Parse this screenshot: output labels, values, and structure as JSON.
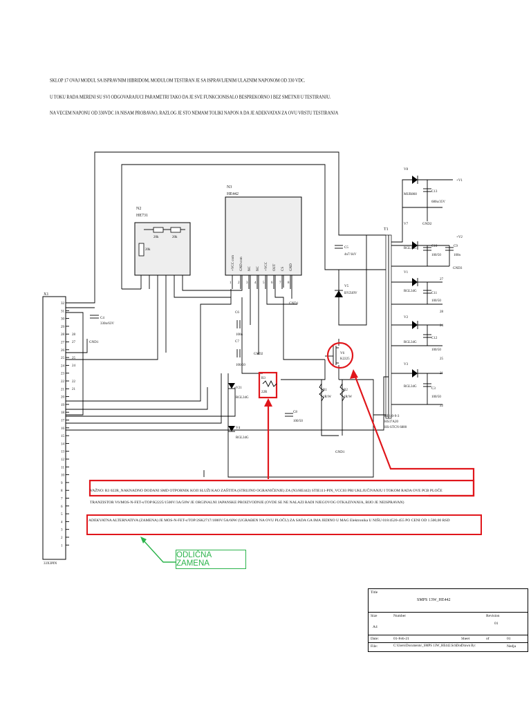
{
  "notes": {
    "line1": "SKLOP 17 OVAJ MODUL SA ISPRAVNIM HIBRIDOM, MODULOM TESTIRAN JE SA ISPRAVLJENIM ULAZNIM NAPONOM OD 330 VDC.",
    "line2": "U TOKU RADA MERENI SU SVI ODGOVARAJUCI PARAMETRI TAKO DA JE SVE FUNKCIONISALO BESPREKORNO I BEZ SMETNJI U TESTIRANJU.",
    "line3": "NA VECEM NAPONU OD 330VDC JA NISAM PROBAVAO, RAZLOG JE STO NEMAM TOLIKI NAPON A DA JE ADEKVATAN ZA OVU VRSTU TESTIRANJA"
  },
  "components": {
    "n2": {
      "ref": "N2",
      "part": "HE731",
      "r1": "20k",
      "r2": "20k",
      "r3": "20k"
    },
    "n3": {
      "ref": "N3",
      "part": "HE442",
      "pins": [
        "+VCC com",
        "GND com",
        "NC",
        "NC",
        "+VCC",
        "OUT",
        "CS",
        "GND"
      ],
      "pin_nums": [
        "1",
        "2",
        "3",
        "4",
        "5",
        "6",
        "7",
        "8"
      ]
    },
    "c4": {
      "ref": "C4",
      "value": "330n/63V"
    },
    "c6": {
      "ref": "C6",
      "value": "100n"
    },
    "c7": {
      "ref": "C7",
      "value": "100/50"
    },
    "c8": {
      "ref": "C8",
      "value": "100/50"
    },
    "c5": {
      "ref": "C5",
      "value": "4n7/1kV"
    },
    "c9": {
      "ref": "C9",
      "value": "100n"
    },
    "c10": {
      "ref": "C10",
      "value": "100/50"
    },
    "c11": {
      "ref": "C11",
      "value": "100/50"
    },
    "c12": {
      "ref": "C12",
      "value": "100/50"
    },
    "c13": {
      "ref": "C13",
      "value": "680u/35V"
    },
    "c3": {
      "ref": "C3",
      "value": "100/50"
    },
    "v1": {
      "ref": "V1",
      "part": "RGL34G"
    },
    "v2": {
      "ref": "V2",
      "part": "RGL34G"
    },
    "v3": {
      "ref": "V3",
      "part": "RGL34G"
    },
    "v4": {
      "ref": "V4",
      "part": "RGL34G"
    },
    "v5": {
      "ref": "V5",
      "part": "BYZ49V"
    },
    "v6": {
      "ref": "V6",
      "part": "K2225"
    },
    "v7": {
      "ref": "V7",
      "part": "RGL34G"
    },
    "v8": {
      "ref": "V8",
      "part": "MUR860"
    },
    "v21": {
      "ref": "V21",
      "part": "RGL34G"
    },
    "r3": {
      "ref": "R3",
      "value": "22R"
    },
    "r1": {
      "ref": "R1",
      "value": "1R/W"
    },
    "r2": {
      "ref": "R2",
      "value": "1R/W"
    },
    "t1": {
      "ref": "T1",
      "part_a": "HE1/0-9-3",
      "part_b": "HS37A20",
      "part_c": "HS-STCN 6800"
    },
    "x1": {
      "ref": "X1",
      "part": "33X3PIN"
    },
    "gnd": "GND1",
    "gnd_labels": [
      "GND1",
      "GND2",
      "GND3",
      "GND1",
      "GND1"
    ],
    "outputs": {
      "v1": "+V1",
      "v2": "+V2",
      "p27": "27",
      "p28": "28",
      "p24": "24",
      "p25": "25",
      "p21": "21",
      "p22": "22",
      "gnd2": "GND2"
    }
  },
  "connector_pins": [
    "32",
    "31",
    "30",
    "29",
    "28",
    "27",
    "26",
    "25",
    "24",
    "23",
    "22",
    "21",
    "20",
    "19",
    "18",
    "17",
    "16",
    "15",
    "14",
    "13",
    "12",
    "11",
    "10",
    "9",
    "8",
    "7",
    "6",
    "5",
    "4",
    "3",
    "2",
    "1"
  ],
  "connector_side_labels": [
    "28",
    "27",
    "25",
    "24",
    "22",
    "21"
  ],
  "annotations": {
    "vazno_line1": "VAŽNO: R3 022R_NAKNADNO DODANI SMD OTPORNIK KOJI SLUŽI KAO ZAŠTITA (STRUJNO OGRANIČENJE) ZA (N3/HE442) STIE111-PIN_VCC03 PRI UKLJUČIVANJU I TOKOM RADA OVE PCB PLOČE",
    "vazno_line2": "TRANZISTOR V6/MOS-N-FET-s/TOP/K2225/1500V/3A/50W JE ORGINALNI JAPANSKE PROIZVODNJE (OVDE SE NE NALAZI RADI NJEGOVOG OTKAZIVANJA, BIJO JE NEISPRAVAN)",
    "alternativa": "ADEKVATNA ALTERNATIVA (ZAMENA) JE MOS-N-FET-s/TOP/2SK2717/1000V/5A/60W (UGRAĐEN NA OVU PLOČU) ZA SADA GA IMA JEDINO U MAG Elektronika U NIŠU 018/4520-455 PO CENI OD 1.500,00 RSD",
    "zamena": "ODLIČNA ZAMENA"
  },
  "title_block": {
    "title_label": "Title",
    "title": "SMPS 13W_HE442",
    "size_label": "Size",
    "size": "A4",
    "number_label": "Number",
    "revision_label": "Revision",
    "revision": "01",
    "date_label": "Date:",
    "date": "01-Feb-21",
    "sheet_label": "Sheet",
    "of_label": "of",
    "file_label": "File:",
    "file": "C:\\Users\\Documents\\_SMPS 13W_HE442.SchDoc",
    "drawn_label": "Drawn By:",
    "sheet_total": "01",
    "drawn_by": "Nedja"
  },
  "colors": {
    "highlight_red": "#e0161b",
    "highlight_green": "#2ab34a",
    "wire": "#000000"
  }
}
